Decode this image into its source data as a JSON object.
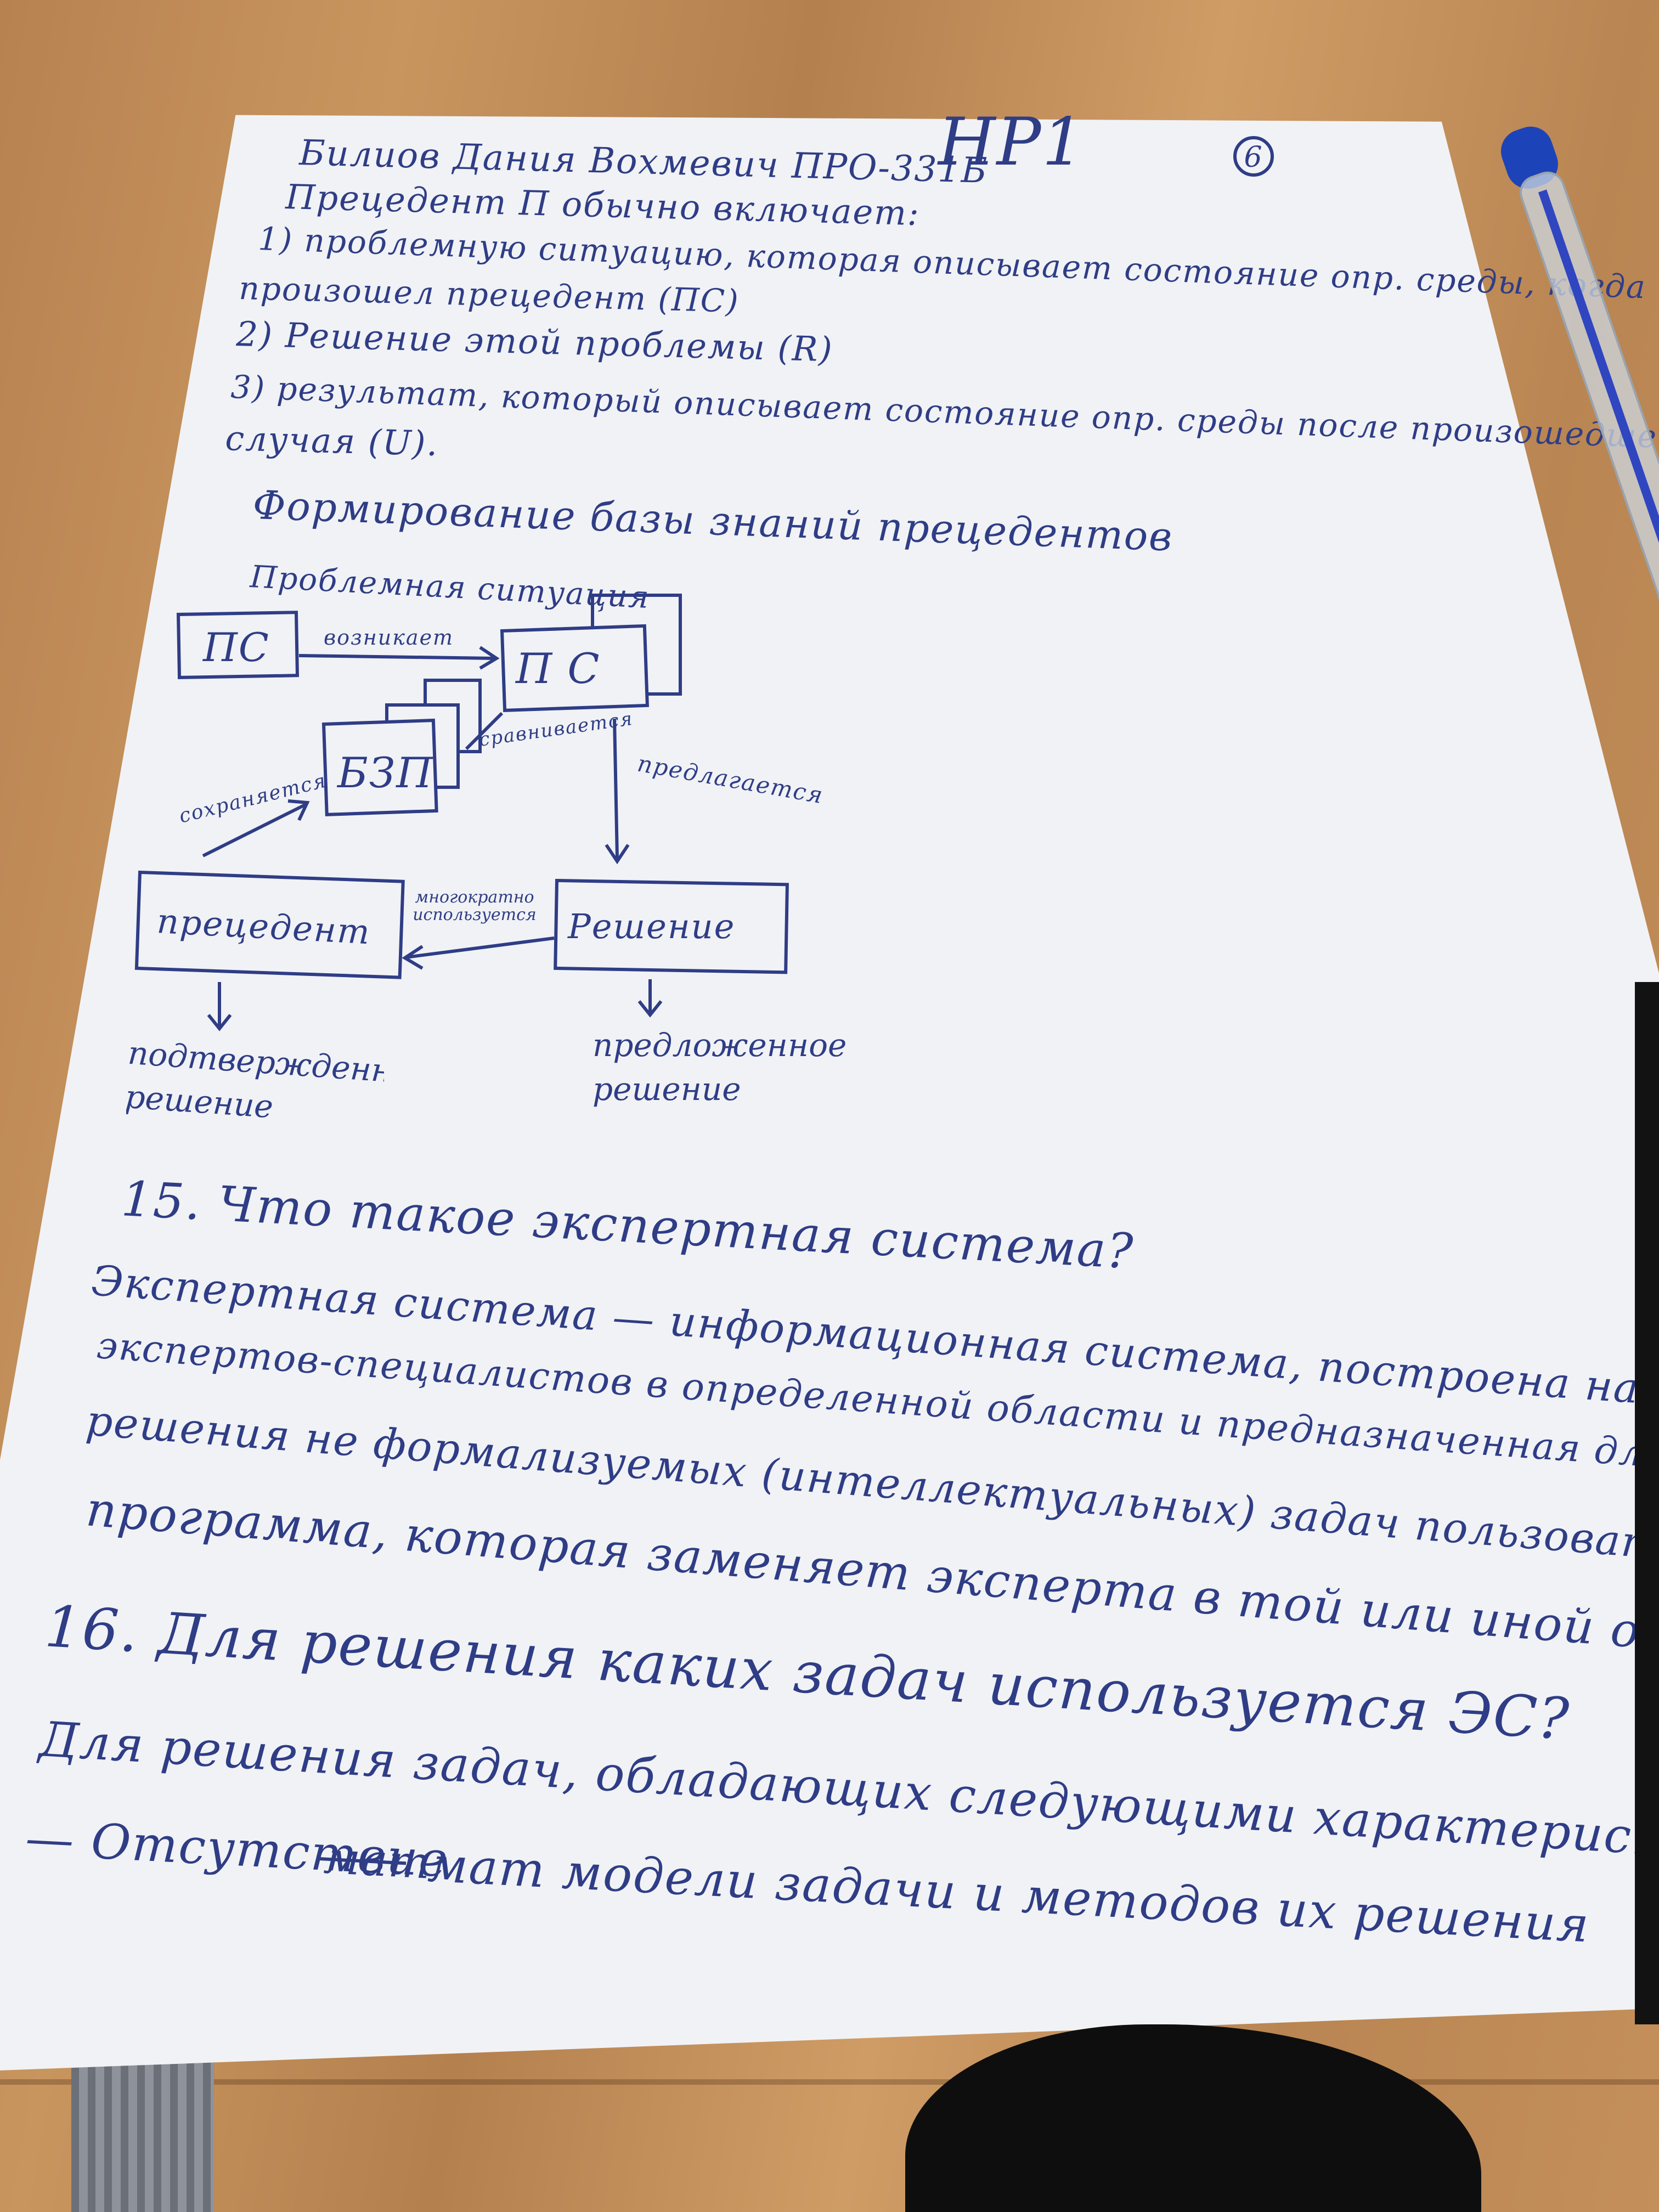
{
  "page_number": "6",
  "header_line": "Билиов Дания Вохмевич ПРО-331Б",
  "header_mark": "НР1",
  "intro": "Прецедент П обычно включает:",
  "item1_line1": "1) проблемную ситуацию, которая описывает состояние опр. среды, когда",
  "item1_line2": "произошел прецедент (ПС)",
  "item2": "2) Решение этой проблемы (R)",
  "item3_line1": "3) результат, который описывает состояние опр. среды после произошедшего",
  "item3_line2": "случая (U).",
  "diagram_title": "Формирование базы знаний прецедентов",
  "diagram": {
    "caption_top": "Проблемная ситуация",
    "box_ps_left": "ПС",
    "box_ps_right": "П С",
    "arrow_ps": "возникает",
    "box_bzp": "БЗП",
    "arrow_bzp_ps": "сравнивается",
    "arrow_suggest": "предлагается",
    "arrow_saved": "сохраняется",
    "box_precedent": "прецедент",
    "box_solution": "Решение",
    "arrow_used": "многократно используется",
    "out_left": "подтвержденное решение",
    "out_right": "предложенное решение"
  },
  "q15": "15. Что такое экспертная система?",
  "a15_line1": "Экспертная система — информационная система, построена на знаниях",
  "a15_line2": "экспертов-специалистов в определенной области и предназначенная для поддержки",
  "a15_line3": "решения не формализуемых (интеллектуальных) задач пользователей, т.е. это",
  "a15_line4": "программа, которая заменяет эксперта в той или иной области",
  "q16": "16. Для решения каких задач используется ЭС?",
  "a16_line1": "Для решения задач, обладающих следующими характеристиками:",
  "a16_line2_pre": "— Отсутствие",
  "a16_crossed": "мат",
  "a16_line2_post": "мат модели задачи и методов их решения"
}
